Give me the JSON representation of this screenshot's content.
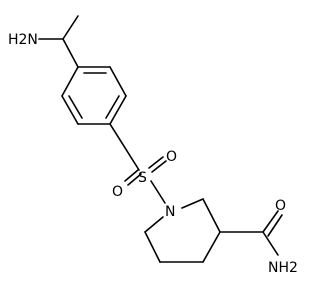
{
  "molecule": {
    "atoms": {
      "amine_top": "H2N",
      "sulfur": "S",
      "sulfonyl_o_left": "O",
      "sulfonyl_o_right": "O",
      "ring_nitrogen": "N",
      "amide_oxygen": "O",
      "amide_nitrogen": "NH2"
    }
  }
}
